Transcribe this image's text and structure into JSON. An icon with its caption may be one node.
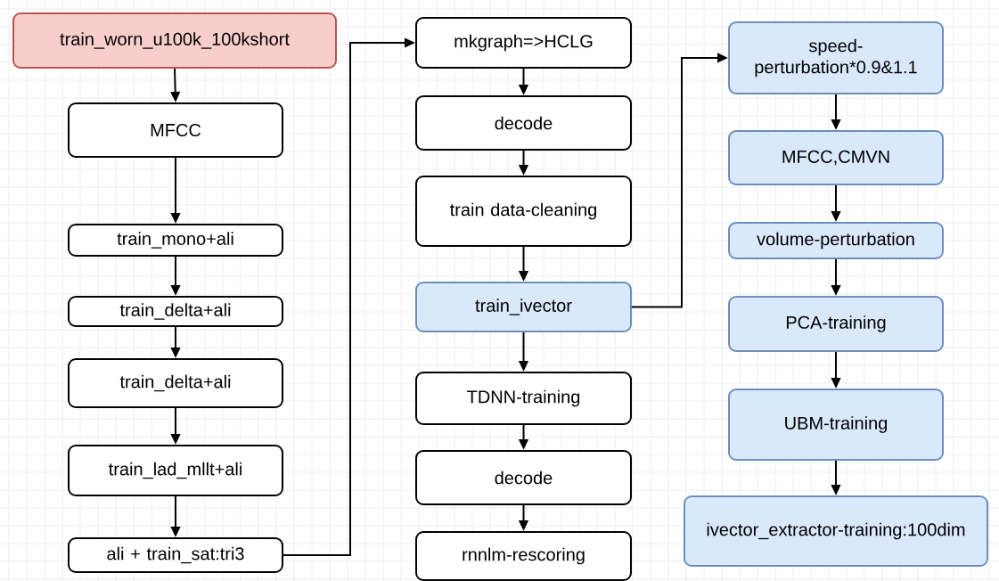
{
  "diagram": {
    "nodes": [
      {
        "text": [
          "train_worn_u100k_100kshort"
        ]
      },
      {
        "text": [
          "MFCC"
        ]
      },
      {
        "text": [
          "train_mono+ali"
        ]
      },
      {
        "text": [
          "train_delta+ali"
        ]
      },
      {
        "text": [
          "train_delta+ali"
        ]
      },
      {
        "text": [
          "train_lad_mllt+ali"
        ]
      },
      {
        "text": [
          "ali + train_sat:tri3"
        ]
      },
      {
        "text": [
          "mkgraph=>HCLG"
        ]
      },
      {
        "text": [
          "decode"
        ]
      },
      {
        "text": [
          "train data-cleaning"
        ]
      },
      {
        "text": [
          "train_ivector"
        ]
      },
      {
        "text": [
          "TDNN-training"
        ]
      },
      {
        "text": [
          "decode"
        ]
      },
      {
        "text": [
          "rnnlm-rescoring"
        ]
      },
      {
        "text": [
          "speed-perturbation*0.9&1.1"
        ]
      },
      {
        "text": [
          "MFCC,CMVN"
        ]
      },
      {
        "text": [
          "volume-perturbation"
        ]
      },
      {
        "text": [
          "PCA-training"
        ]
      },
      {
        "text": [
          "UBM-training"
        ]
      },
      {
        "text": [
          "ivector_extractor-training:100dim"
        ]
      }
    ],
    "edges": [
      {
        "from": 0,
        "to": 1,
        "arrow": "to"
      },
      {
        "from": 1,
        "to": 2,
        "arrow": "to"
      },
      {
        "from": 2,
        "to": 3,
        "arrow": "to"
      },
      {
        "from": 3,
        "to": 4,
        "arrow": "to"
      },
      {
        "from": 4,
        "to": 5,
        "arrow": "to"
      },
      {
        "from": 5,
        "to": 6,
        "arrow": "to"
      },
      {
        "from": 6,
        "to": 7,
        "arrow": "to"
      },
      {
        "from": 7,
        "to": 8,
        "arrow": "to"
      },
      {
        "from": 8,
        "to": 9,
        "arrow": "to"
      },
      {
        "from": 9,
        "to": 10,
        "arrow": "to"
      },
      {
        "from": 10,
        "to": 11,
        "arrow": "to"
      },
      {
        "from": 11,
        "to": 12,
        "arrow": "to"
      },
      {
        "from": 12,
        "to": 13,
        "arrow": "to"
      },
      {
        "from": 10,
        "to": 14,
        "arrow": "to"
      },
      {
        "from": 14,
        "to": 15,
        "arrow": "to"
      },
      {
        "from": 15,
        "to": 16,
        "arrow": "to"
      },
      {
        "from": 16,
        "to": 17,
        "arrow": "to"
      },
      {
        "from": 17,
        "to": 18,
        "arrow": "to"
      },
      {
        "from": 18,
        "to": 19,
        "arrow": "to"
      }
    ]
  }
}
